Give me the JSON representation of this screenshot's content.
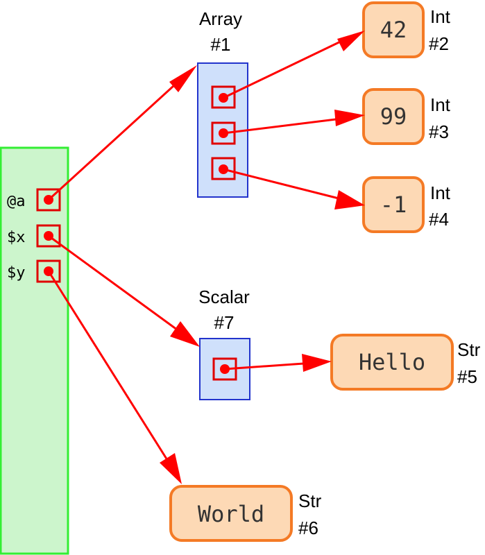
{
  "stash": {
    "variables": [
      "@a",
      "$x",
      "$y"
    ]
  },
  "array": {
    "type": "Array",
    "id": "#1"
  },
  "scalar": {
    "type": "Scalar",
    "id": "#7"
  },
  "values": [
    {
      "text": "42",
      "type": "Int",
      "id": "#2"
    },
    {
      "text": "99",
      "type": "Int",
      "id": "#3"
    },
    {
      "text": "-1",
      "type": "Int",
      "id": "#4"
    },
    {
      "text": "Hello",
      "type": "Str",
      "id": "#5"
    },
    {
      "text": "World",
      "type": "Str",
      "id": "#6"
    }
  ],
  "colors": {
    "arrow": "#ff0000",
    "stash_fill": "#ccf5cc",
    "stash_border": "#33ee33",
    "container_fill": "#cfe0fb",
    "container_border": "#2233cc",
    "value_fill": "#fdd9b5",
    "value_border": "#f47a25"
  }
}
